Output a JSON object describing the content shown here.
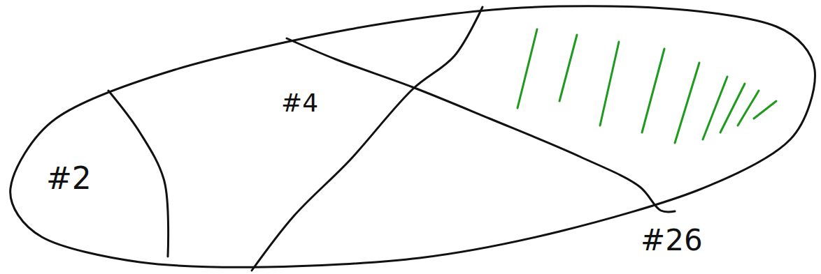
{
  "diagram": {
    "labels": [
      "#2",
      "#4",
      "#26"
    ]
  }
}
